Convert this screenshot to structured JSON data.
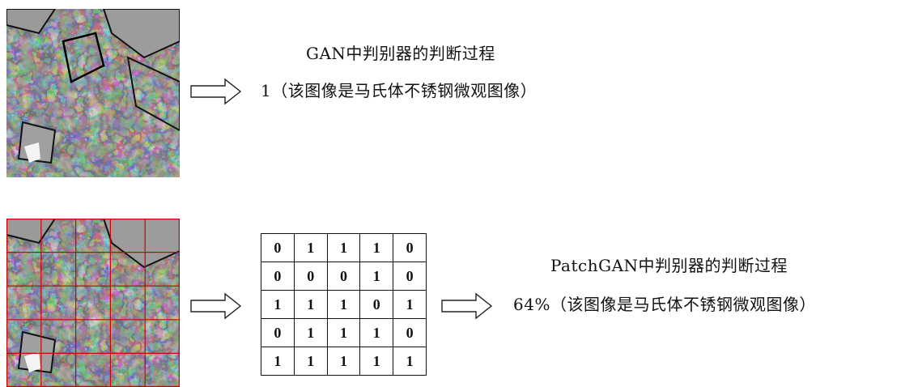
{
  "gan": {
    "title": "GAN中判别器的判断过程",
    "result": "1（该图像是马氏体不锈钢微观图像）"
  },
  "patchgan": {
    "title": "PatchGAN中判别器的判断过程",
    "result": "64%（该图像是马氏体不锈钢微观图像）",
    "matrix": [
      [
        "0",
        "1",
        "1",
        "1",
        "0"
      ],
      [
        "0",
        "0",
        "0",
        "1",
        "0"
      ],
      [
        "1",
        "1",
        "1",
        "0",
        "1"
      ],
      [
        "0",
        "1",
        "1",
        "1",
        "0"
      ],
      [
        "1",
        "1",
        "1",
        "1",
        "1"
      ]
    ]
  },
  "colors": {
    "grid_overlay": "#cc0000",
    "micro_base": "#8a8a8a"
  },
  "icons": {
    "arrow": "hollow-right-arrow-icon",
    "image": "microstructure-image"
  }
}
